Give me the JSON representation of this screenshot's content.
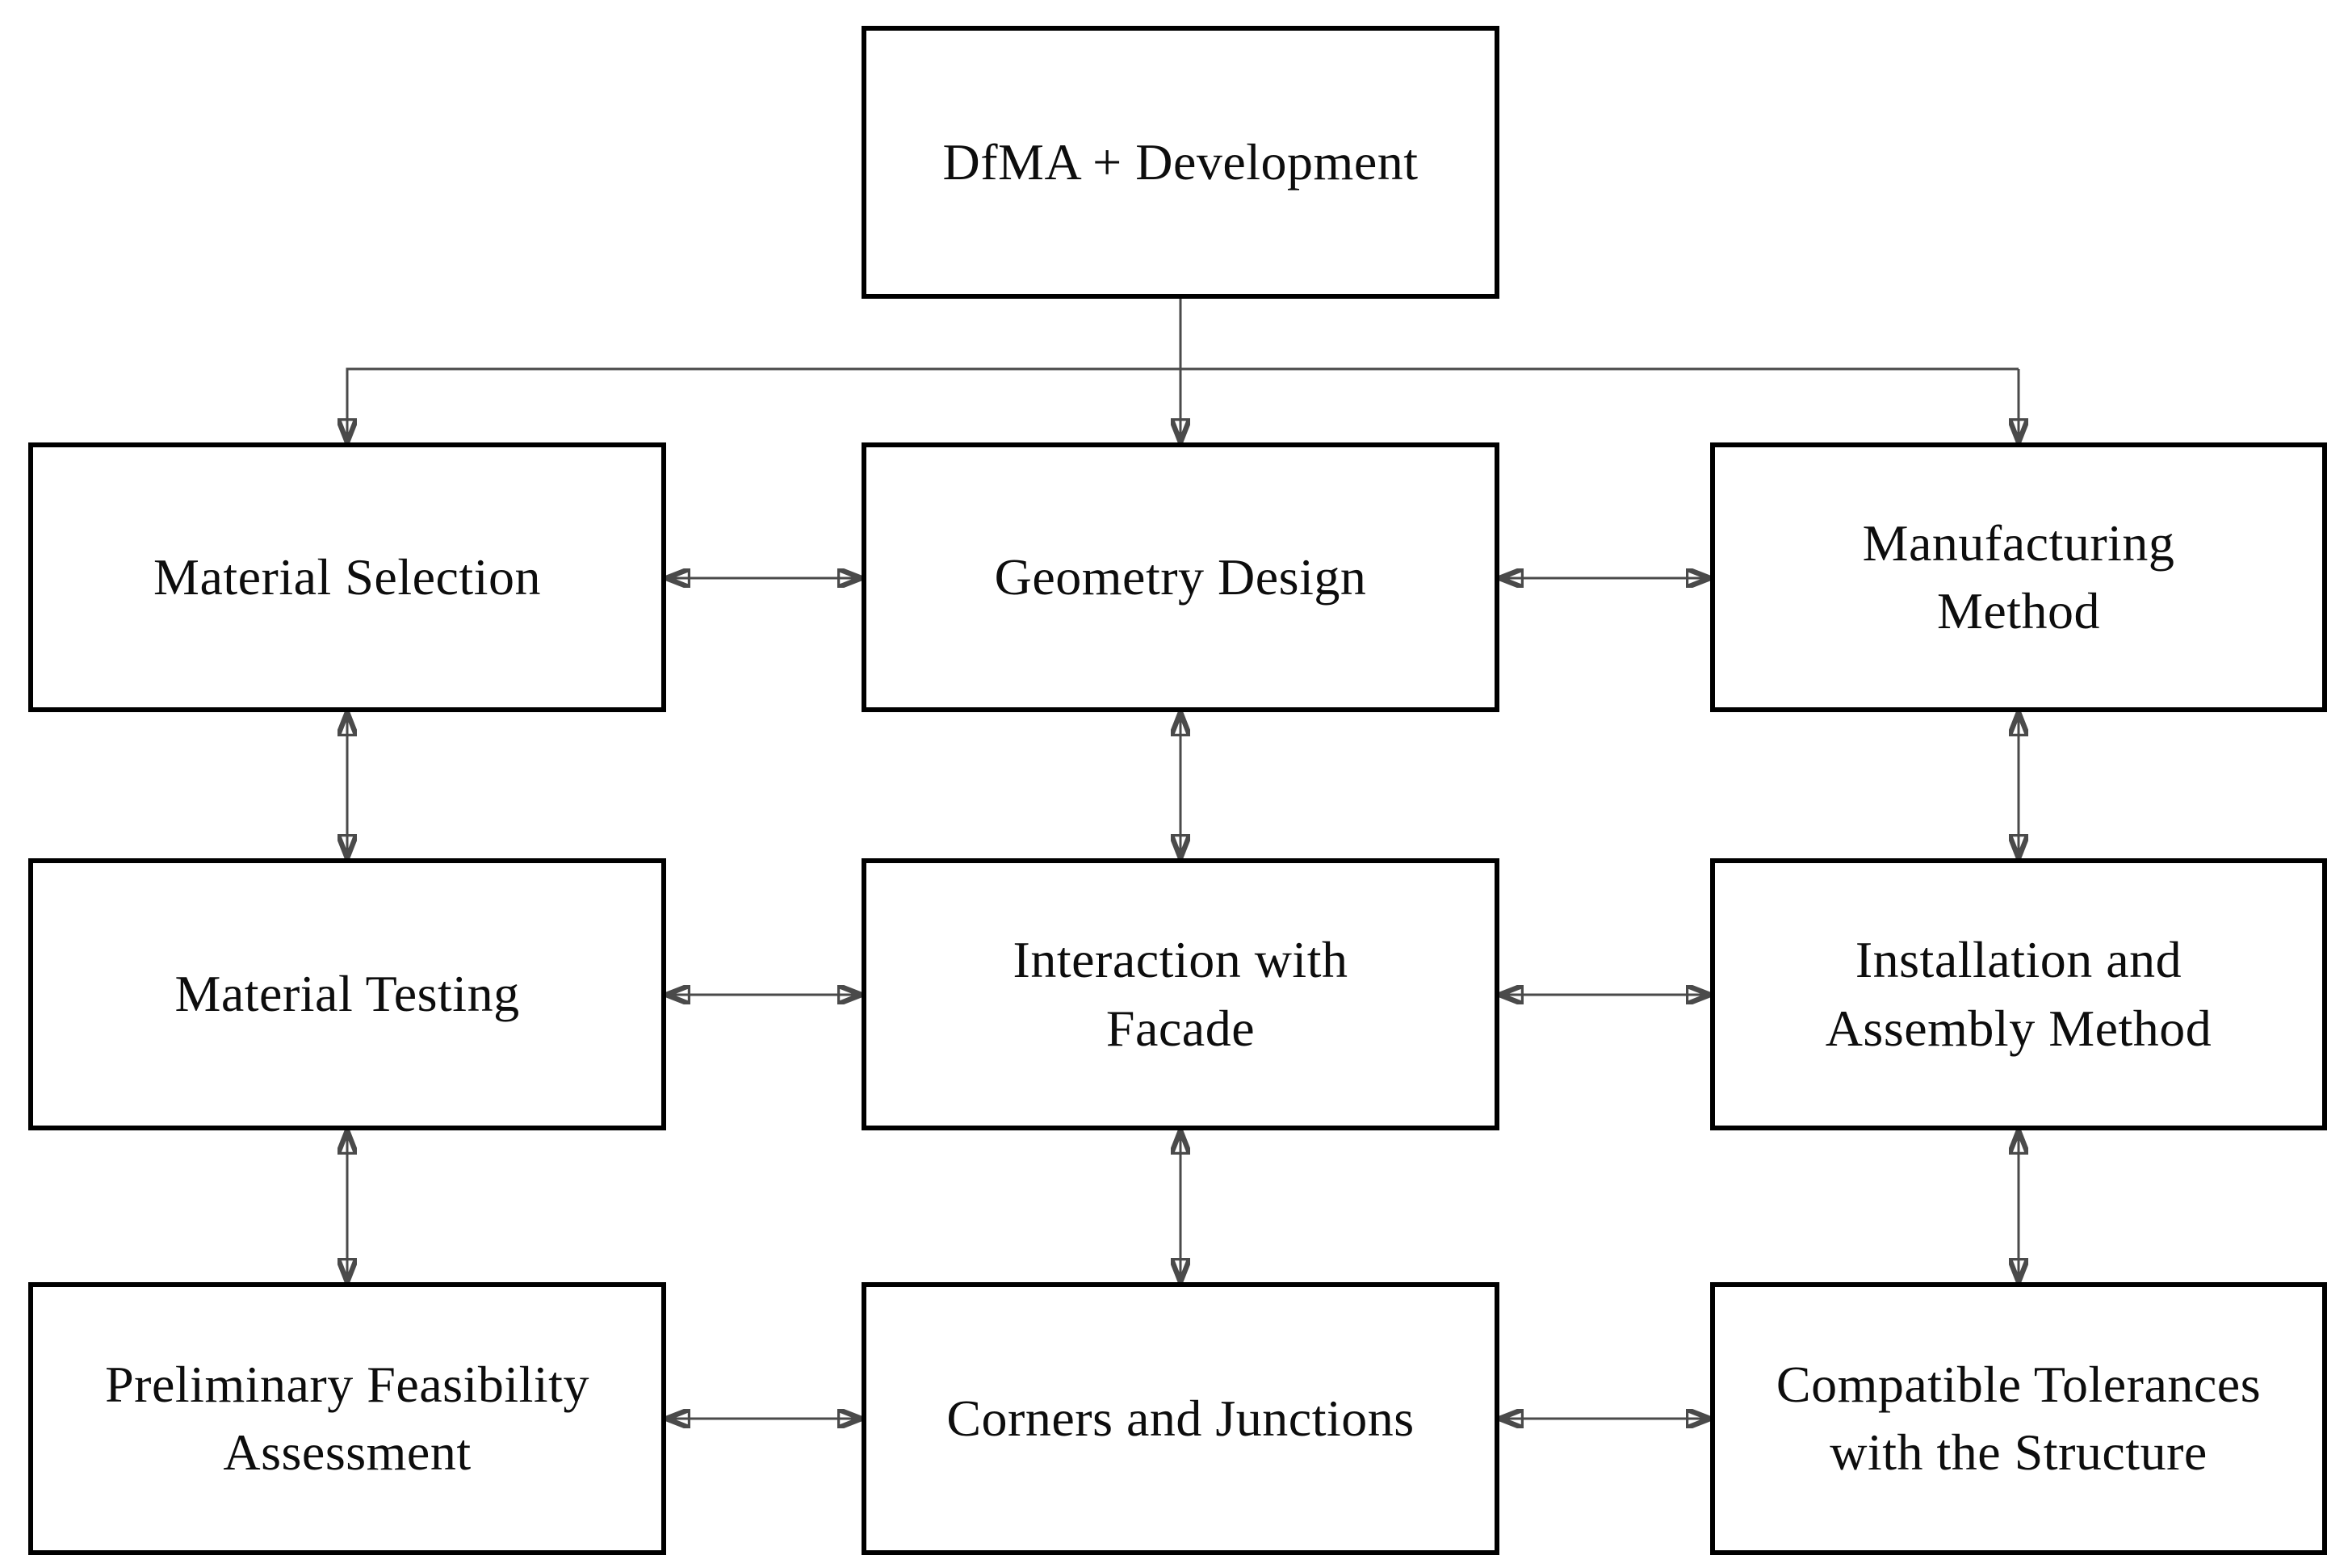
{
  "diagram": {
    "title": "DfMA+ Development flowchart",
    "colors": {
      "background": "#ffffff",
      "box_border": "#000000",
      "box_fill": "#ffffff",
      "text": "#0d0d0d",
      "connector_line": "#4a4a4a",
      "arrowhead": "#000000"
    },
    "nodes": [
      {
        "id": "dfma-development",
        "label": "DfMA + Development"
      },
      {
        "id": "material-selection",
        "label": "Material Selection"
      },
      {
        "id": "geometry-design",
        "label": "Geometry Design"
      },
      {
        "id": "manufacturing-method",
        "label": "Manufacturing Method"
      },
      {
        "id": "material-testing",
        "label": "Material Testing"
      },
      {
        "id": "interaction-with-facade",
        "label": "Interaction with Facade"
      },
      {
        "id": "installation-and-assembly-method",
        "label": "Installation and Assembly Method"
      },
      {
        "id": "preliminary-feasibility-assessment",
        "label": "Preliminary Feasibility Assessment"
      },
      {
        "id": "corners-and-junctions",
        "label": "Corners and Junctions"
      },
      {
        "id": "compatible-tolerances-with-the-structure",
        "label": "Compatible Tolerances with the Structure"
      }
    ],
    "edges": [
      {
        "from": "dfma-development",
        "to": "material-selection",
        "type": "one-way"
      },
      {
        "from": "dfma-development",
        "to": "geometry-design",
        "type": "one-way"
      },
      {
        "from": "dfma-development",
        "to": "manufacturing-method",
        "type": "one-way"
      },
      {
        "from": "material-selection",
        "to": "geometry-design",
        "type": "two-way"
      },
      {
        "from": "geometry-design",
        "to": "manufacturing-method",
        "type": "two-way"
      },
      {
        "from": "material-testing",
        "to": "interaction-with-facade",
        "type": "two-way"
      },
      {
        "from": "interaction-with-facade",
        "to": "installation-and-assembly-method",
        "type": "two-way"
      },
      {
        "from": "preliminary-feasibility-assessment",
        "to": "corners-and-junctions",
        "type": "two-way"
      },
      {
        "from": "corners-and-junctions",
        "to": "compatible-tolerances-with-the-structure",
        "type": "two-way"
      },
      {
        "from": "material-selection",
        "to": "material-testing",
        "type": "two-way"
      },
      {
        "from": "material-testing",
        "to": "preliminary-feasibility-assessment",
        "type": "two-way"
      },
      {
        "from": "geometry-design",
        "to": "interaction-with-facade",
        "type": "two-way"
      },
      {
        "from": "interaction-with-facade",
        "to": "corners-and-junctions",
        "type": "two-way"
      },
      {
        "from": "manufacturing-method",
        "to": "installation-and-assembly-method",
        "type": "two-way"
      },
      {
        "from": "installation-and-assembly-method",
        "to": "compatible-tolerances-with-the-structure",
        "type": "two-way"
      }
    ]
  }
}
